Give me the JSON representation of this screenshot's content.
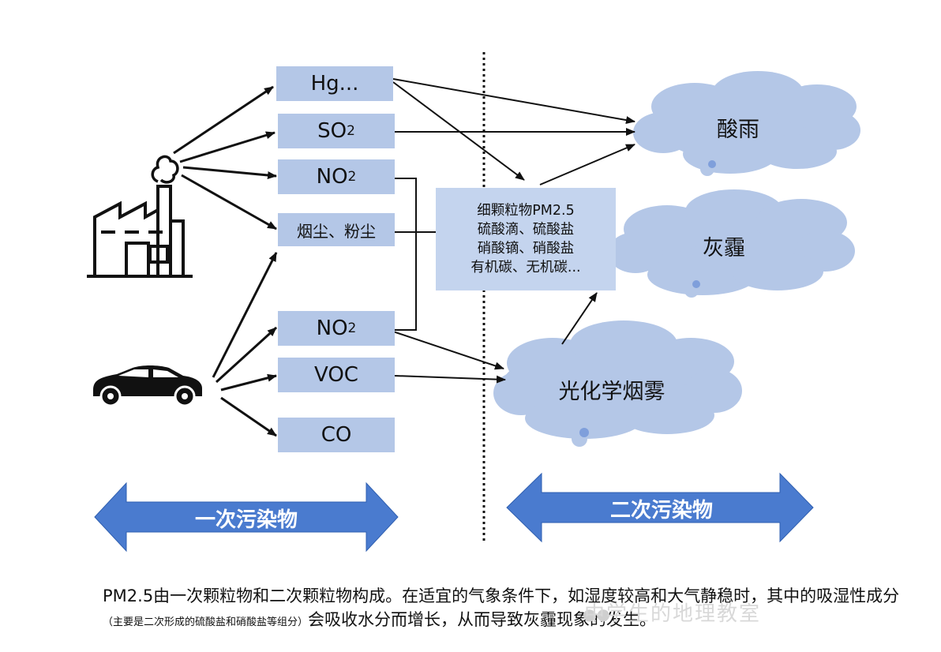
{
  "primary_boxes": {
    "hg": "Hg...",
    "so2_main": "SO",
    "so2_sub": "2",
    "no2_top_main": "NO",
    "no2_top_sub": "2",
    "dust": "烟尘、粉尘",
    "no2_bottom_main": "NO",
    "no2_bottom_sub": "2",
    "voc": "VOC",
    "co": "CO"
  },
  "pm_box": {
    "line1": "细颗粒物PM2.5",
    "line2": "硫酸滴、硫酸盐",
    "line3": "硝酸镝、硝酸盐",
    "line4": "有机碳、无机碳..."
  },
  "clouds": {
    "acid_rain": "酸雨",
    "haze": "灰霾",
    "smog": "光化学烟雾"
  },
  "big_arrows": {
    "primary": "一次污染物",
    "secondary": "二次污染物"
  },
  "caption": {
    "part1": "PM2.5由一次颗粒物和二次颗粒物构成。在适宜的气象条件下，如湿度较高和大气静稳时，其中的吸湿性成分",
    "note": "（主要是二次形成的硫酸盐和硝酸盐等组分）",
    "part2": "会吸收水分而增长，从而导致灰霾现象的发生。"
  },
  "watermark": "中学生的地理教室",
  "colors": {
    "box": "#b4c7e7",
    "pm_box": "#c4d4ee",
    "cloud": "#b4c7e7",
    "big_arrow": "#4a7bcf"
  },
  "icons": [
    "factory-icon",
    "car-icon"
  ]
}
